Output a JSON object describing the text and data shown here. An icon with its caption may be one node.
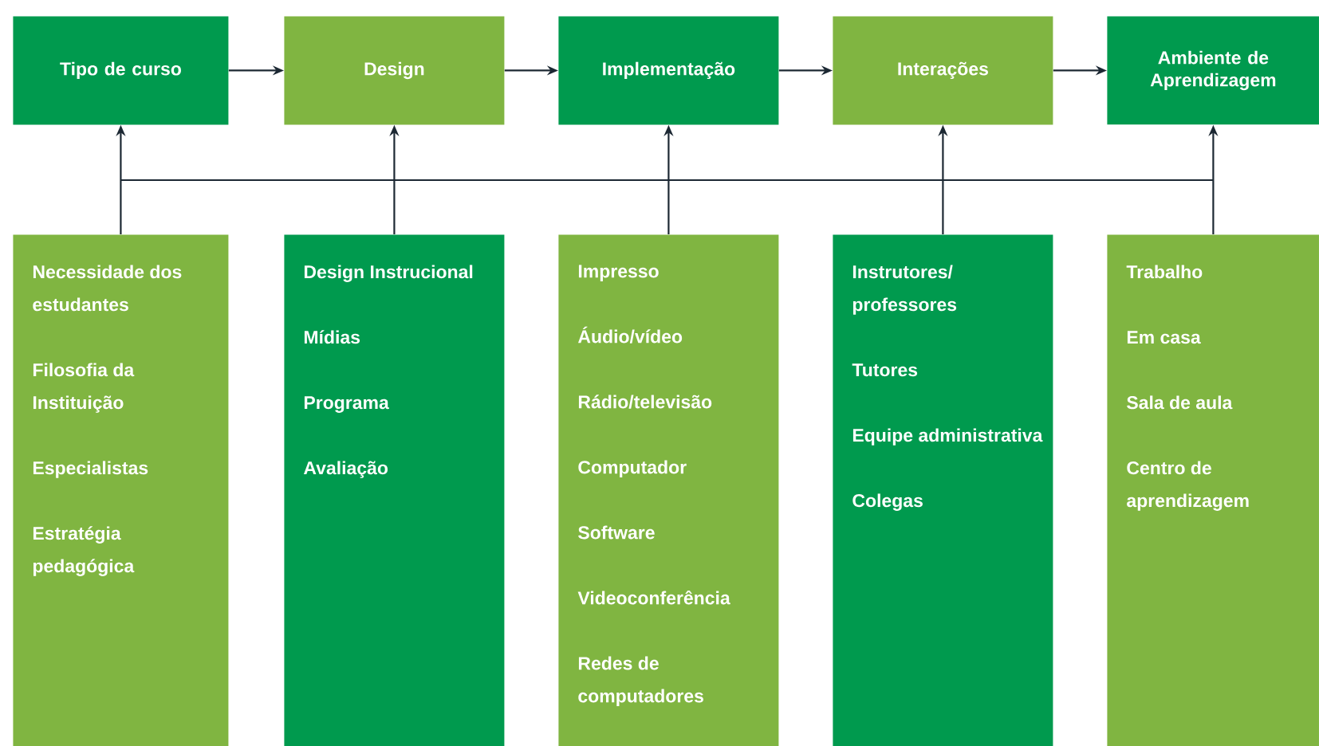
{
  "diagram": {
    "nodes": [
      {
        "text": [
          "Tipo de curso"
        ]
      },
      {
        "text": [
          "Design"
        ]
      },
      {
        "text": [
          "Implementação"
        ]
      },
      {
        "text": [
          "Interações"
        ]
      },
      {
        "text": [
          "Ambiente de Aprendizagem"
        ]
      },
      {
        "text": [
          "Necessidade dos estudantes",
          "Filosofia da Instituição",
          "Especialistas",
          "Estratégia pedagógica"
        ]
      },
      {
        "text": [
          "Design Instrucional",
          "Mídias",
          "Programa",
          "Avaliação"
        ]
      },
      {
        "text": [
          "Impresso",
          "Áudio/vídeo",
          "Rádio/televisão",
          "Computador",
          "Software",
          "Videoconferência",
          "Redes de computadores"
        ]
      },
      {
        "text": [
          "Instrutores/ professores",
          "Tutores",
          "Equipe administrativa",
          "Colegas"
        ]
      },
      {
        "text": [
          "Trabalho",
          "Em casa",
          "Sala de aula",
          "Centro de aprendizagem"
        ]
      }
    ],
    "edges": [
      {
        "from": 0,
        "to": 1,
        "arrow": "to"
      },
      {
        "from": 1,
        "to": 2,
        "arrow": "to"
      },
      {
        "from": 2,
        "to": 3,
        "arrow": "to"
      },
      {
        "from": 3,
        "to": 4,
        "arrow": "to"
      },
      {
        "from": 5,
        "to": 0,
        "arrow": "to"
      },
      {
        "from": 6,
        "to": 1,
        "arrow": "to"
      },
      {
        "from": 7,
        "to": 2,
        "arrow": "to"
      },
      {
        "from": 8,
        "to": 3,
        "arrow": "to"
      },
      {
        "from": 9,
        "to": 4,
        "arrow": "to"
      }
    ]
  }
}
